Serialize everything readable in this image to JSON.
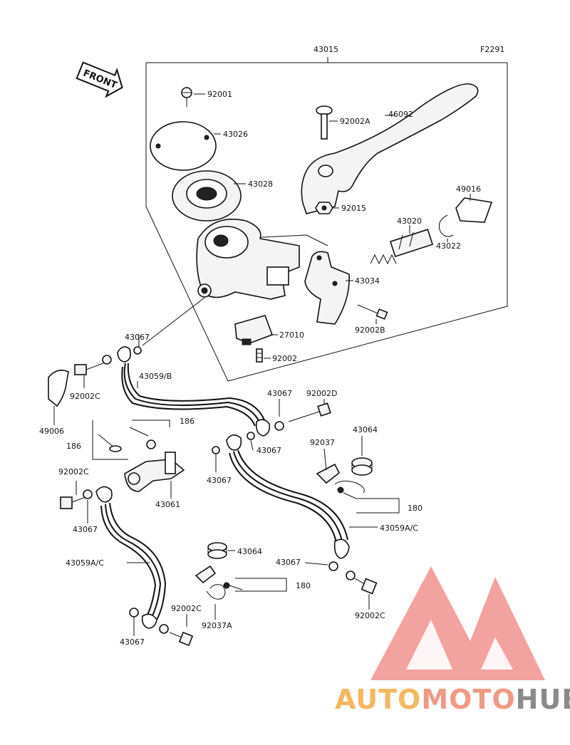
{
  "figure_code": "F2291",
  "front_label": "FRONT",
  "labels": {
    "p43015": "43015",
    "p92001": "92001",
    "p43026": "43026",
    "p43028": "43028",
    "p92002A": "92002A",
    "p46092": "46092",
    "p92015": "92015",
    "p49016": "49016",
    "p43020": "43020",
    "p43022": "43022",
    "p43034": "43034",
    "p92002B": "92002B",
    "p27010": "27010",
    "p92002": "92002",
    "p43067_a": "43067",
    "p43059B": "43059/B",
    "p92002C_a": "92002C",
    "p49006": "49006",
    "p43067_b": "43067",
    "p92002D": "92002D",
    "p186_a": "186",
    "p186_b": "186",
    "p43064_a": "43064",
    "p92037": "92037",
    "p43067_c": "43067",
    "p92002C_b": "92002C",
    "p43067_d": "43067",
    "p43061": "43061",
    "p180_a": "180",
    "p43067_e": "43067",
    "p43059AC_a": "43059A/C",
    "p43059AC_b": "43059A/C",
    "p43064_b": "43064",
    "p43067_f": "43067",
    "p180_b": "180",
    "p92002C_c": "92002C",
    "p92037A": "92037A",
    "p92002C_d": "92002C",
    "p43067_g": "43067"
  },
  "watermark": {
    "auto": "AUTO",
    "moto": "MOTO",
    "hub": "HUB"
  },
  "colors": {
    "ink": "#111111",
    "watermark_red": "#e8483f",
    "watermark_orange": "#f4b860",
    "watermark_salmon": "#f09a86",
    "watermark_gray": "#8a8a8a"
  }
}
